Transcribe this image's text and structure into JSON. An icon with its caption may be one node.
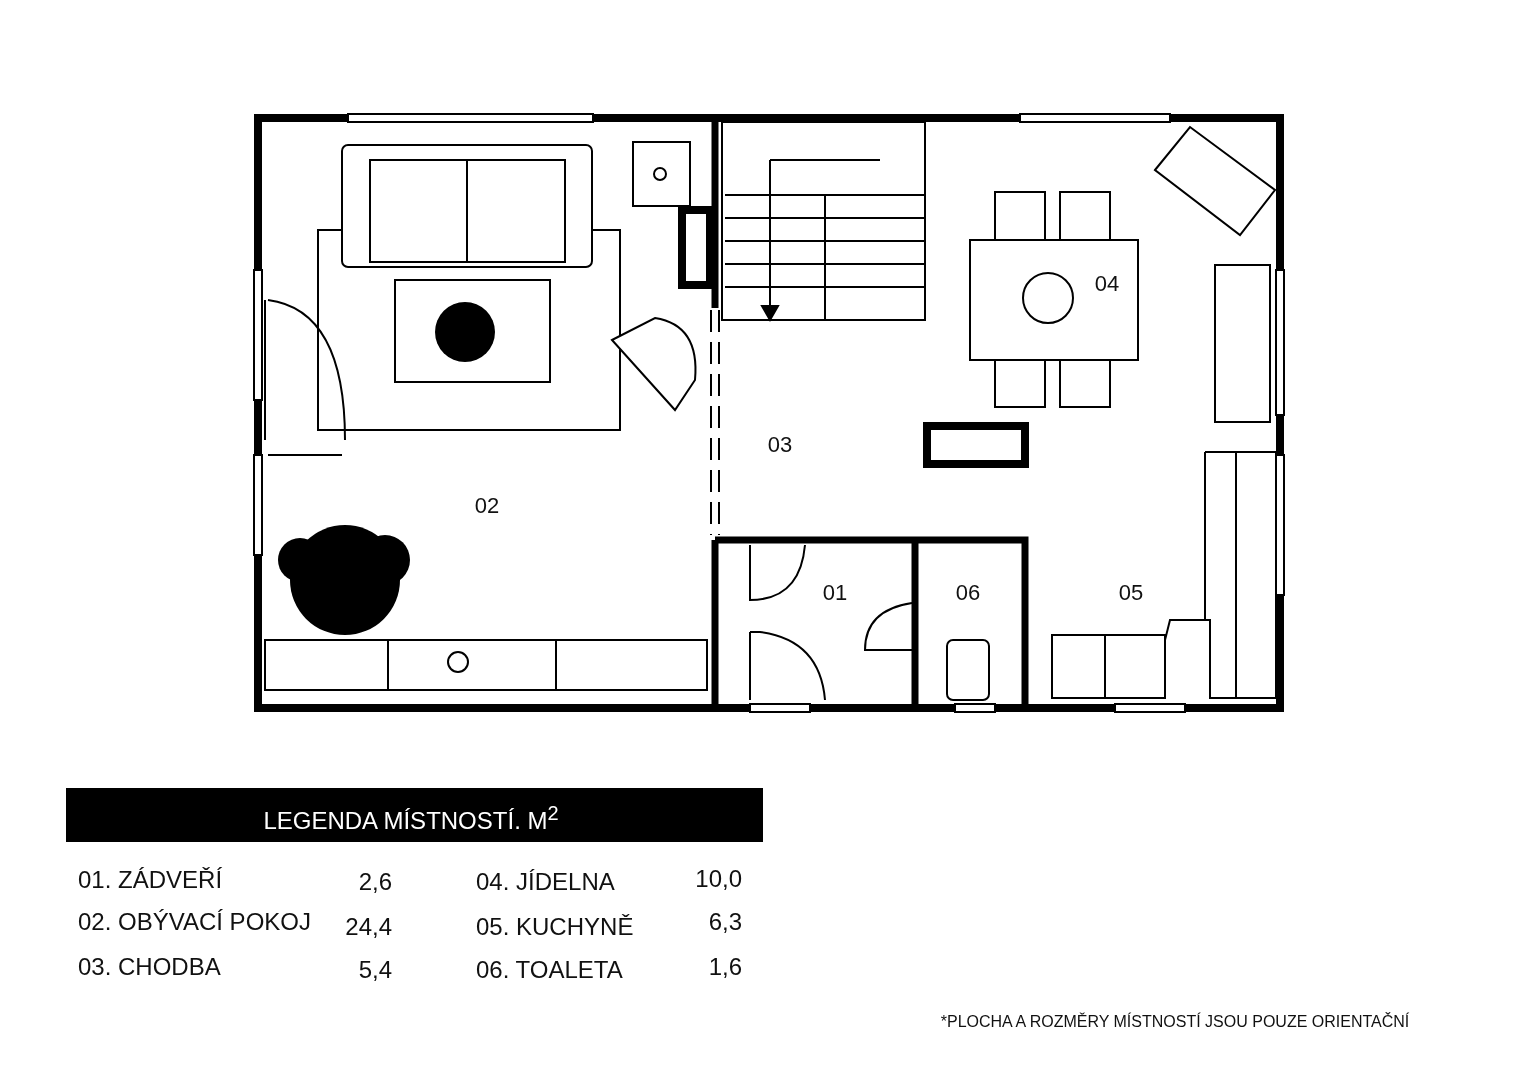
{
  "diagram": {
    "labels": [
      "04",
      "03",
      "02",
      "01",
      "06",
      "05",
      "LEGENDA MÍSTNOSTÍ.   M$^{2}$",
      "01. ZÁDVEŘÍ",
      "2,6",
      "04. JÍDELNA",
      "10,0",
      "02. OBÝVACÍ POKOJ",
      "24,4",
      "05. KUCHYNĚ",
      "6,3",
      "03. CHODBA",
      "5,4",
      "06. TOALETA",
      "1,6",
      "*PLOCHA A ROZMĚRY  MÍSTNOSTÍ  JSOU POUZE ORIENTAČNÍ"
    ]
  }
}
